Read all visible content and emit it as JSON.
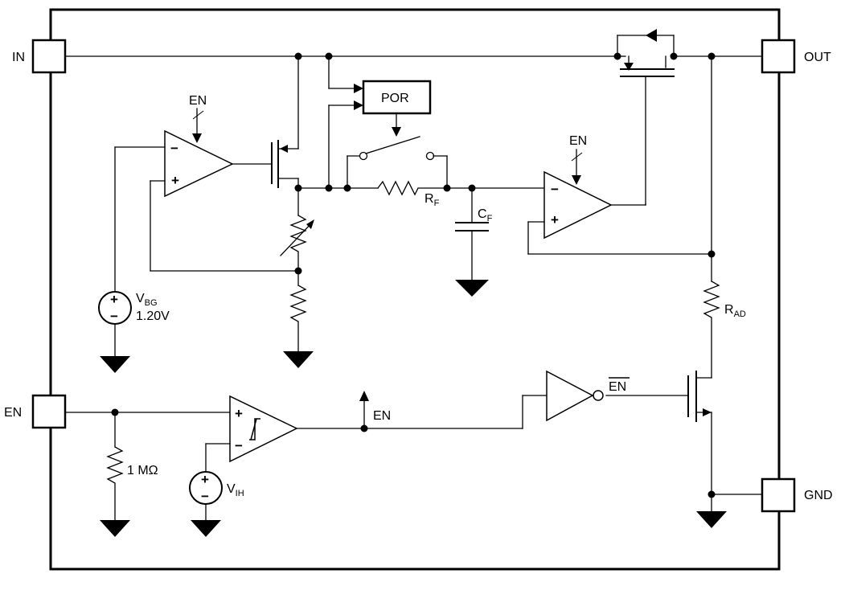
{
  "pins": {
    "in": "IN",
    "out": "OUT",
    "en": "EN",
    "gnd": "GND"
  },
  "labels": {
    "por": "POR",
    "en_amp1": "EN",
    "en_amp2": "EN",
    "en_node": "EN",
    "en_bar": "EN",
    "rf_main": "R",
    "rf_sub": "F",
    "cf_main": "C",
    "cf_sub": "F",
    "rad_main": "R",
    "rad_sub": "AD",
    "vbg_main": "V",
    "vbg_sub": "BG",
    "vbg_value": "1.20V",
    "vih_main": "V",
    "vih_sub": "IH",
    "res_1m": "1 MΩ"
  },
  "symbols": {
    "plus": "+",
    "minus": "−"
  }
}
